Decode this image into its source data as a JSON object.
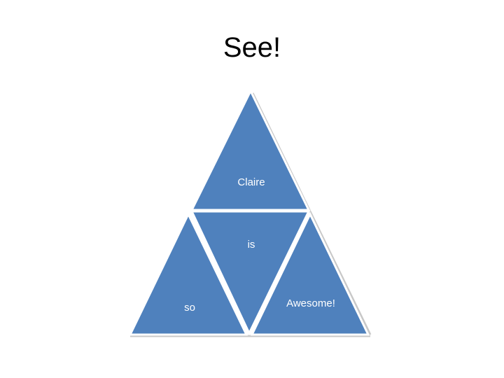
{
  "slide": {
    "title": "See!"
  },
  "pyramid": {
    "top": {
      "label": "Claire"
    },
    "middle": {
      "label": "is"
    },
    "left": {
      "label": "so"
    },
    "right": {
      "label": "Awesome!"
    }
  },
  "colors": {
    "fill": "#4f81bd",
    "edge": "#ffffff",
    "shadow": "#c8c8c8",
    "text": "#ffffff"
  }
}
